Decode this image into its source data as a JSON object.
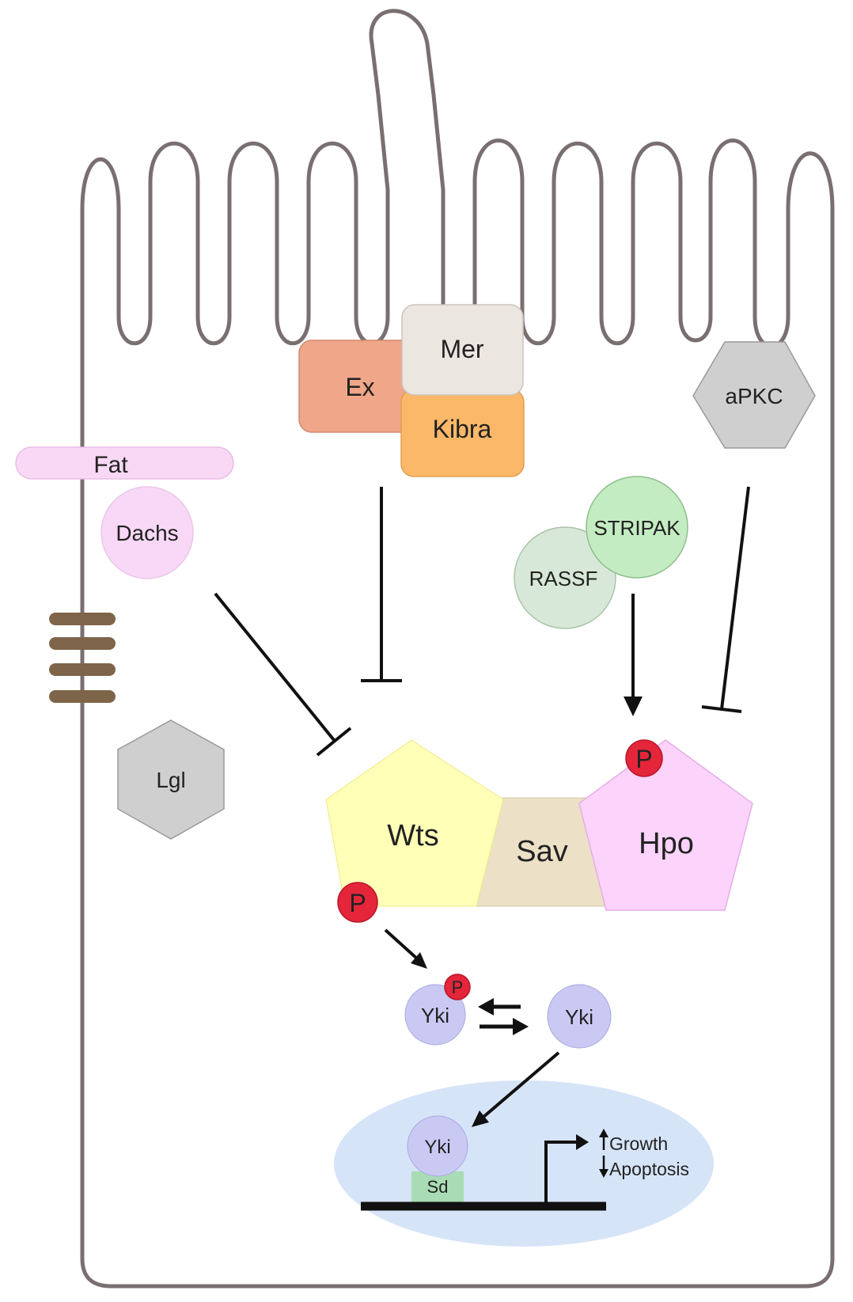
{
  "labels": {
    "fat": "Fat",
    "dachs": "Dachs",
    "ex": "Ex",
    "mer": "Mer",
    "kibra": "Kibra",
    "apkc": "aPKC",
    "stripak": "STRIPAK",
    "rassf": "RASSF",
    "lgl": "Lgl",
    "wts": "Wts",
    "sav": "Sav",
    "hpo": "Hpo",
    "phospho": "P",
    "yki": "Yki",
    "sd": "Sd",
    "growth": "Growth",
    "apoptosis": "Apoptosis"
  },
  "colors": {
    "membrane": "#7a6f70",
    "ex": "#f0a688",
    "mer": "#ece6e0",
    "kibra": "#fbb869",
    "fat": "#f9d8f6",
    "dachs": "#f8d8f6",
    "apkc": "#cfcfcf",
    "lgl": "#cfcfcf",
    "stripak": "#c4ecc2",
    "rassf": "#d8e8d8",
    "wts": "#ffffb8",
    "sav": "#ece0c6",
    "hpo": "#fbd3fb",
    "phospho": "#e4253a",
    "yki": "#c9c9f4",
    "nucleus": "#d6e4f8",
    "sd": "#a9dcb4",
    "junction": "#7e6549",
    "arrow": "#111111"
  }
}
